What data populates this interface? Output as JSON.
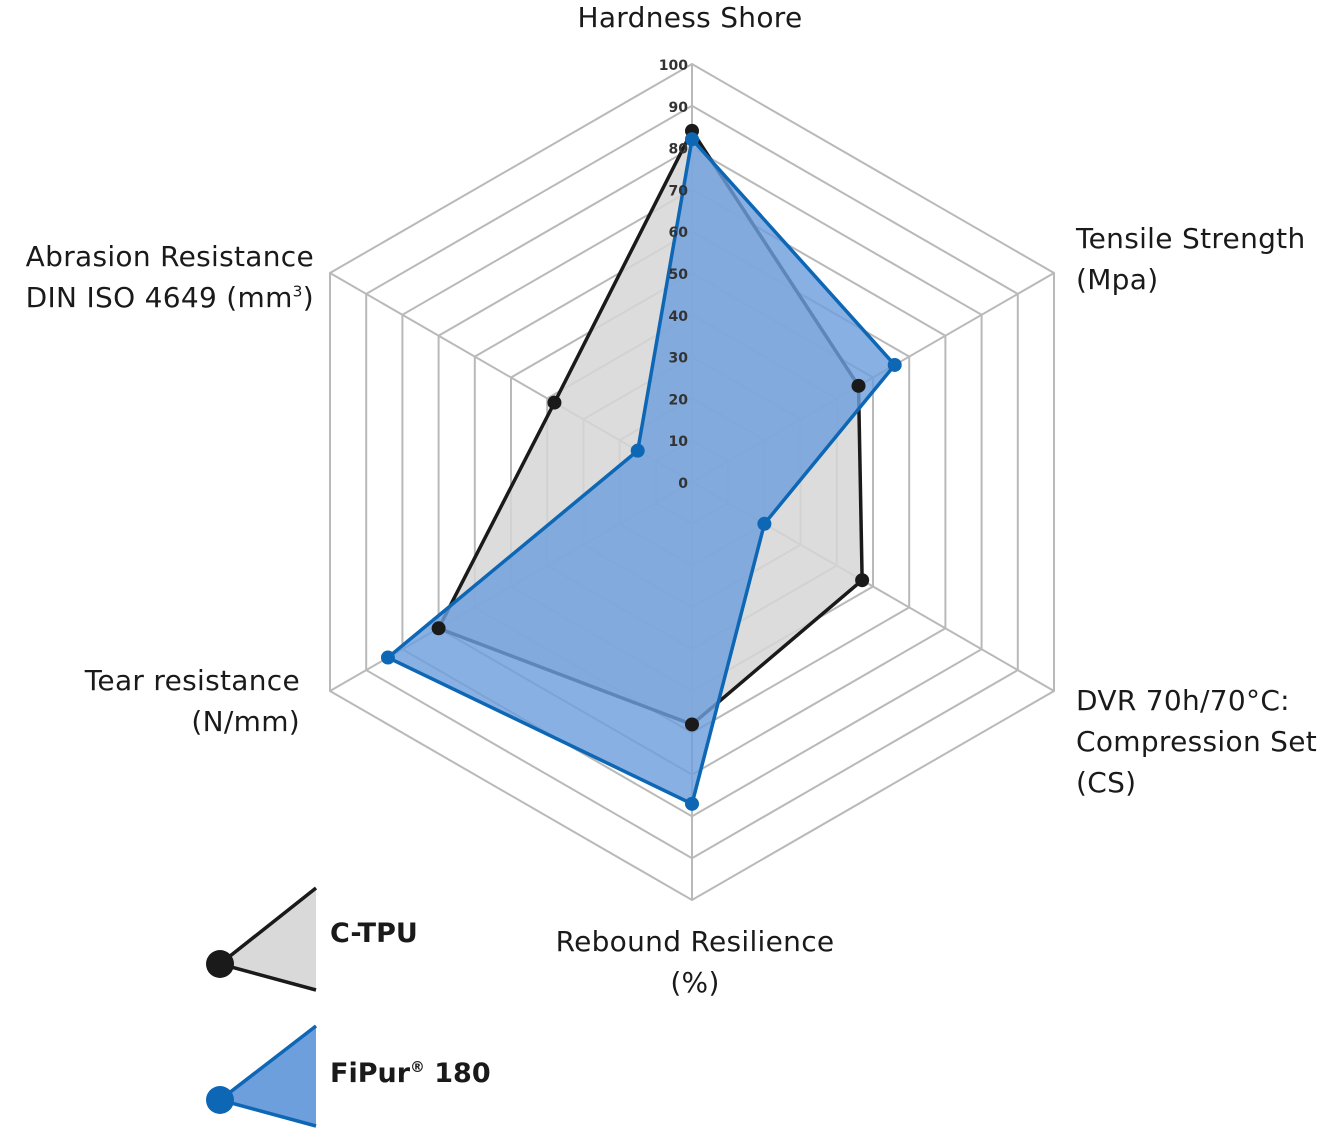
{
  "chart_data": {
    "type": "radar",
    "axes": [
      {
        "lines": [
          "Hardness Shore"
        ]
      },
      {
        "lines": [
          "Tensile Strength",
          "(Mpa)"
        ]
      },
      {
        "lines": [
          "DVR 70h/70°C:",
          "Compression Set",
          "(CS)"
        ]
      },
      {
        "lines": [
          "Rebound Resilience",
          "(%)"
        ]
      },
      {
        "lines": [
          "Tear resistance",
          "(N/mm)"
        ]
      },
      {
        "lines": [
          "Abrasion Resistance",
          "DIN ISO 4649 (mm",
          "3",
          ")"
        ]
      }
    ],
    "rlim": [
      0,
      100
    ],
    "ticks": [
      "0",
      "10",
      "20",
      "30",
      "40",
      "50",
      "60",
      "70",
      "80",
      "90",
      "100"
    ],
    "grid": true,
    "series": [
      {
        "name": "C-TPU",
        "values": [
          84,
          46,
          47,
          58,
          70,
          38
        ],
        "color": "#1a1a1a",
        "fill": "#d6d6d6"
      },
      {
        "name": "FiPur",
        "name_sup": "®",
        "name_suffix": " 180",
        "values": [
          82,
          56,
          20,
          77,
          84,
          15
        ],
        "color": "#0d67b5",
        "fill": "#6e9fdd"
      }
    ],
    "legend_position": "bottom-left"
  }
}
